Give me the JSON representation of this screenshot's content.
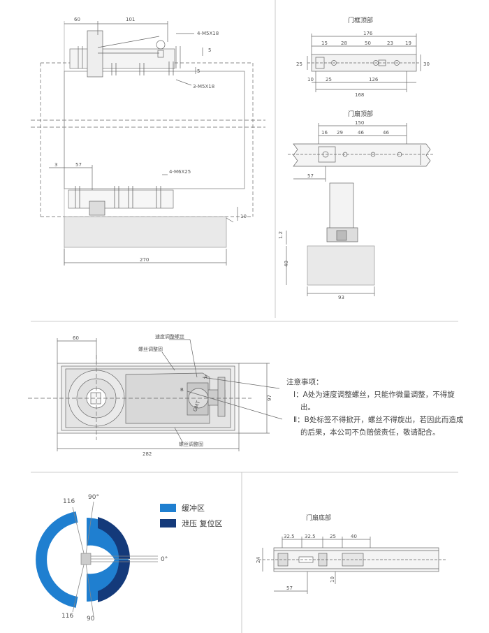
{
  "sections": {
    "side_view": {
      "dims": {
        "d60": "60",
        "d101": "101",
        "d3": "3",
        "d57": "57",
        "d270": "270",
        "d10": "10",
        "d5a": "5",
        "d5b": "5"
      },
      "screws": {
        "top_right": "4-M5X18",
        "bottom": "3-M5X18",
        "lower": "4-M6X25"
      }
    },
    "frame_top": {
      "title": "门框顶部",
      "dims": {
        "d176": "176",
        "d15": "15",
        "d28": "28",
        "d50": "50",
        "d23": "23",
        "d19": "19",
        "d25": "25",
        "d30": "30",
        "d10": "10",
        "d25b": "25",
        "d126": "126",
        "d168": "168"
      }
    },
    "leaf_top": {
      "title": "门扇顶部",
      "dims": {
        "d150": "150",
        "d16": "16",
        "d29": "29",
        "d46a": "46",
        "d46b": "46",
        "d57": "57",
        "d12": "1.2",
        "d40": "40",
        "d93": "93"
      }
    },
    "top_view": {
      "dims": {
        "d60": "60",
        "d282": "282",
        "d97": "97"
      },
      "labels": {
        "speed": "速度调整螺丝",
        "screw1": "螺丝调整固",
        "screw2": "螺丝调整固",
        "a": "A",
        "b": "B",
        "brand": "GMT"
      }
    },
    "notes": {
      "title": "注意事项：",
      "item1": "Ⅰ：A处为速度调整螺丝，只能作微量调整，不得旋出。",
      "item2": "Ⅱ：B处标签不得掀开，螺丝不得旋出，若因此而造成的后果，本公司不负赔偿责任，敬请配合。"
    },
    "angle_diagram": {
      "labels": {
        "a116_top": "116",
        "a90_top": "90°",
        "a0": "0°",
        "a116_bot": "116",
        "a90_bot": "90"
      },
      "legend": [
        {
          "label": "缓冲区",
          "color": "#1f7fd0"
        },
        {
          "label": "泄压 复位区",
          "color": "#143a7a"
        }
      ]
    },
    "leaf_bottom": {
      "title": "门扇底部",
      "dims": {
        "d325a": "32.5",
        "d325b": "32.5",
        "d25": "25",
        "d40": "40",
        "d24": "24",
        "d57": "57",
        "d10": "10"
      }
    }
  }
}
